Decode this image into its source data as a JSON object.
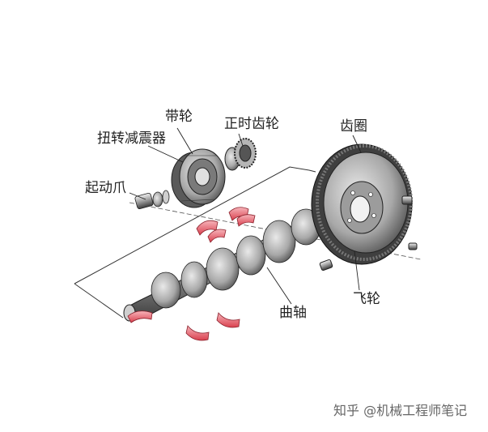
{
  "labels": {
    "pulley": "带轮",
    "timing_gear": "正时齿轮",
    "ring_gear": "齿圈",
    "torsional_damper": "扭转减震器",
    "starting_claw": "起动爪",
    "crankshaft": "曲轴",
    "flywheel": "飞轮"
  },
  "watermark": "知乎 @机械工程师笔记",
  "colors": {
    "metal_dark": "#3a3a3a",
    "metal_mid": "#8a8a8a",
    "metal_light": "#d8d8d8",
    "bearing": "#e8707a",
    "line": "#333333"
  }
}
